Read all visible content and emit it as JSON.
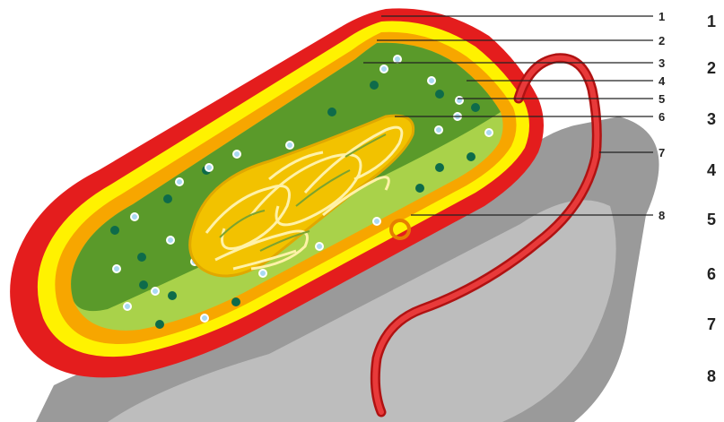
{
  "figure": {
    "callouts": [
      "1",
      "2",
      "3",
      "4",
      "5",
      "6",
      "7",
      "8"
    ],
    "side_numbers": [
      "1",
      "2",
      "3",
      "4",
      "5",
      "6",
      "7",
      "8"
    ],
    "colors": {
      "capsule": "#e41d1d",
      "cell_wall": "#fff200",
      "membrane": "#f7a600",
      "cytoplasm_dark": "#5a9a2a",
      "cytoplasm_light": "#a9d24a",
      "nucleoid": "#f2c200",
      "ribosome_dark": "#0e6b4a",
      "ribosome_light": "#a9d9f2",
      "plasmid": "#e67e00",
      "flagellum": "#d81b1b",
      "shadow": "#9a9a9a"
    }
  }
}
